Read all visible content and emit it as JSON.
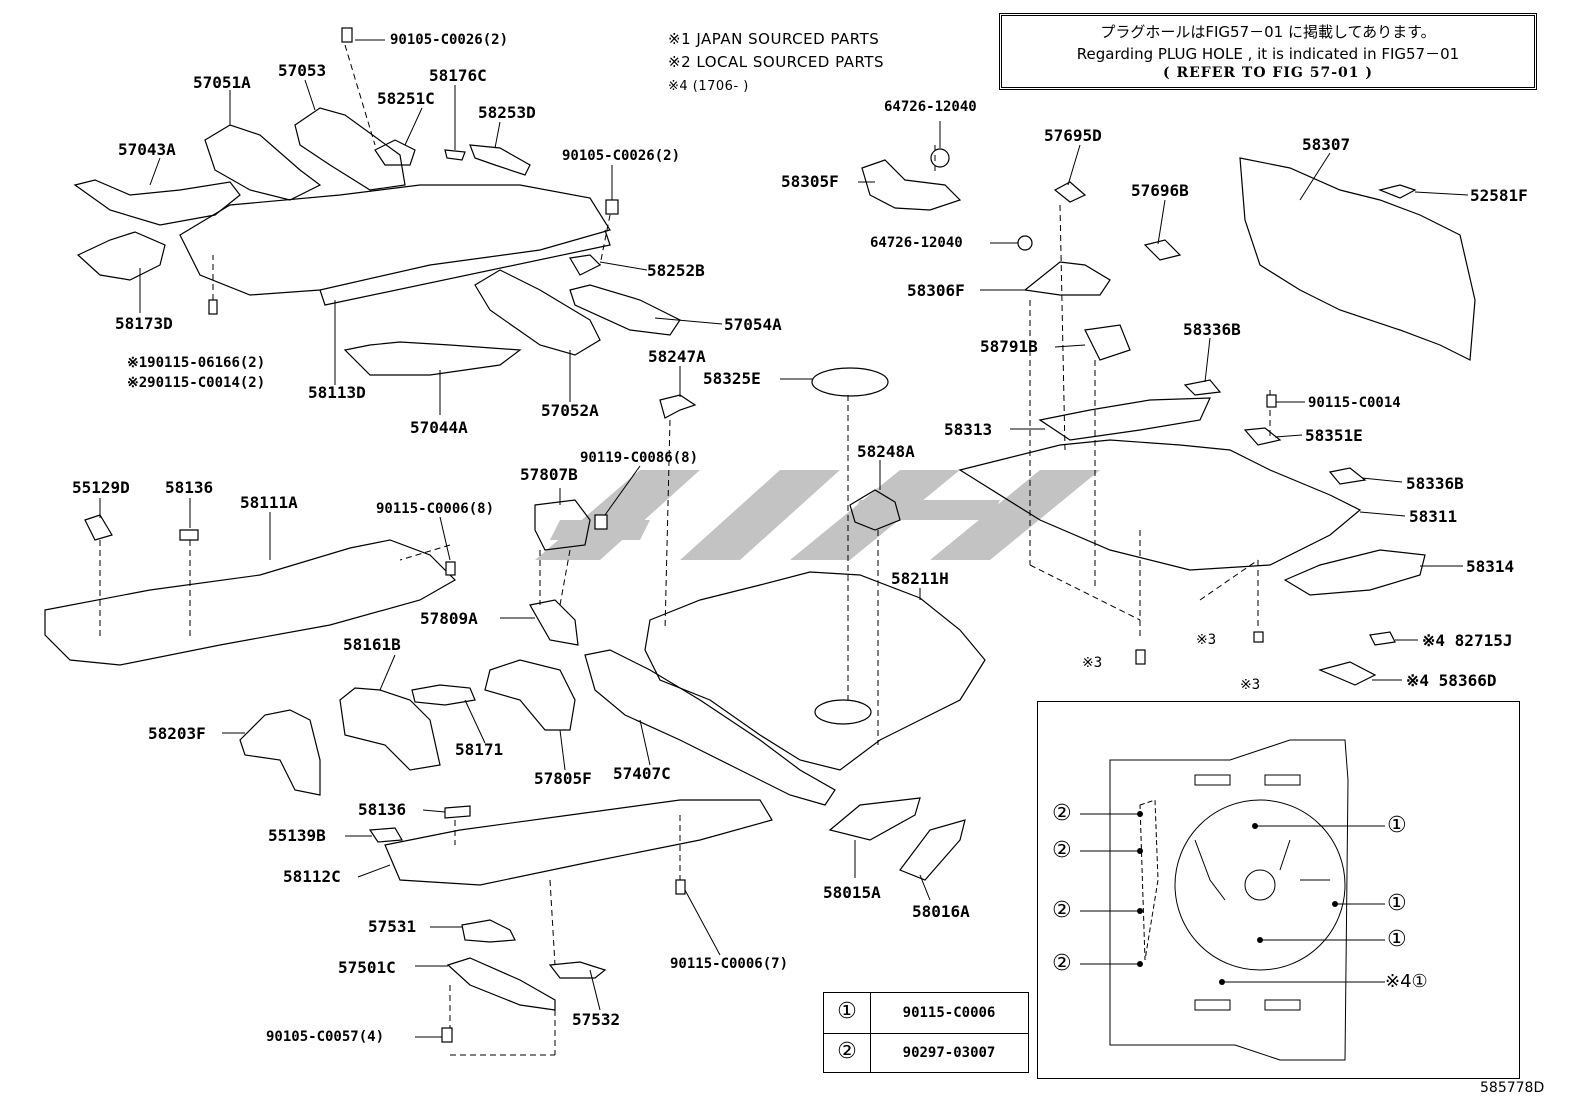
{
  "header": {
    "note1": "※1 JAPAN SOURCED PARTS",
    "note2": "※2 LOCAL SOURCED PARTS",
    "note4": "※4 (1706-      )"
  },
  "reference_box": {
    "line_jp": "プラグホールはFIG57－01 に掲載してあります。",
    "line_en": "Regarding  PLUG HOLE , it is indicated  in  FIG57－01",
    "line_ref": "( REFER TO FIG 57-01 )"
  },
  "parts": {
    "p90105_c0026_top": "90105-C0026(2)",
    "p57051A": "57051A",
    "p57053": "57053",
    "p58176C": "58176C",
    "p58251C": "58251C",
    "p58253D": "58253D",
    "p57043A": "57043A",
    "p90105_c0026_mid": "90105-C0026(2)",
    "p58173D": "58173D",
    "p90115_06166": "※190115-06166(2)",
    "p90115_c0014_2": "※290115-C0014(2)",
    "p58113D": "58113D",
    "p57044A": "57044A",
    "p57052A": "57052A",
    "p58252B": "58252B",
    "p57054A": "57054A",
    "p58247A": "58247A",
    "p58325E": "58325E",
    "p64726_top": "64726-12040",
    "p58305F": "58305F",
    "p64726_mid": "64726-12040",
    "p57695D": "57695D",
    "p57696B": "57696B",
    "p58306F": "58306F",
    "p58307": "58307",
    "p52581F": "52581F",
    "p58791B": "58791B",
    "p58336B_a": "58336B",
    "p90115_c0014": "90115-C0014",
    "p58313": "58313",
    "p58351E": "58351E",
    "p58336B_b": "58336B",
    "p58311": "58311",
    "p58314": "58314",
    "p82715J": "※4 82715J",
    "p58366D": "※4 58366D",
    "p55129D": "55129D",
    "p58136_a": "58136",
    "p58111A": "58111A",
    "p90115_c0006_8": "90115-C0006(8)",
    "p57807B": "57807B",
    "p90119_c0086": "90119-C0086(8)",
    "p58248A": "58248A",
    "p58211H": "58211H",
    "p57809A": "57809A",
    "p58161B": "58161B",
    "p58203F": "58203F",
    "p58171": "58171",
    "p57805F": "57805F",
    "p57407C": "57407C",
    "p58136_b": "58136",
    "p55139B": "55139B",
    "p58112C": "58112C",
    "p58015A": "58015A",
    "p58016A": "58016A",
    "p57531": "57531",
    "p90115_c0006_7": "90115-C0006(7)",
    "p57501C": "57501C",
    "p57532": "57532",
    "p90105_c0057": "90105-C0057(4)",
    "ref3_a": "※3",
    "ref3_b": "※3",
    "ref3_detail": "※3"
  },
  "detail": {
    "circle1": "①",
    "circle2": "②",
    "star4_1": "※4①"
  },
  "legend": [
    {
      "symbol": "①",
      "part": "90115-C0006"
    },
    {
      "symbol": "②",
      "part": "90297-03007"
    }
  ],
  "figure_id": "585778D"
}
